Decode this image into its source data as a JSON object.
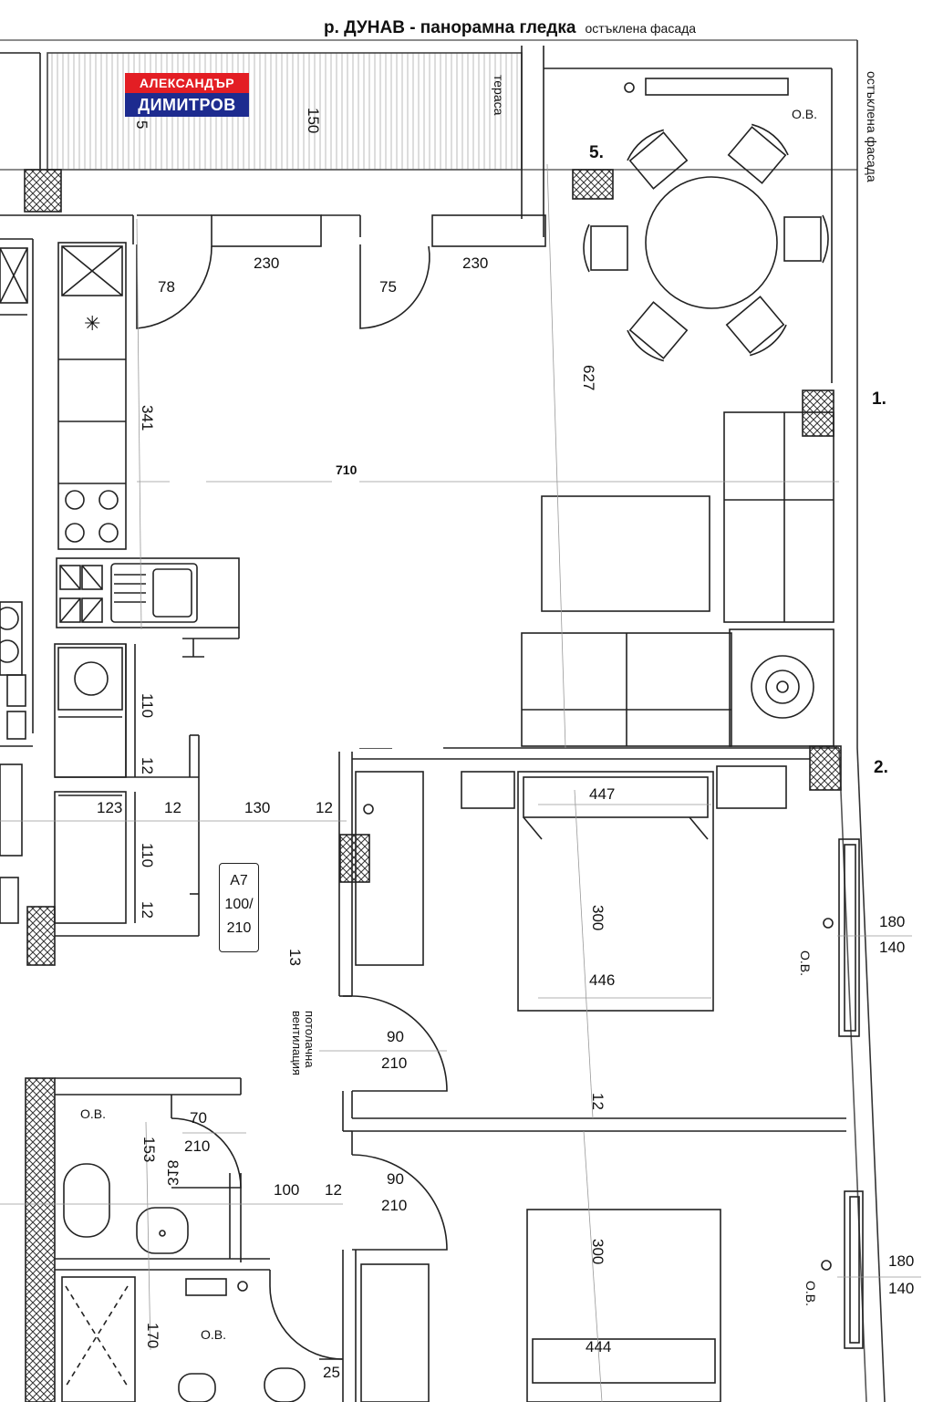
{
  "header": {
    "title": "р. ДУНАВ - панорамна гледка",
    "subtitle": "остъклена фасада"
  },
  "right_facade_label": "остъклена фасада",
  "logo": {
    "line1": "АЛЕКСАНДЪР",
    "line2": "ДИМИТРОВ"
  },
  "terrace": {
    "label": "тераса",
    "width": "150",
    "partial": "5"
  },
  "markers": {
    "m5": "5.",
    "m1": "1.",
    "m2": "2."
  },
  "ov_label": "О.В.",
  "fridge_symbol": "✳",
  "ceiling_vent": "потолачна вентилация",
  "apartment": {
    "code": "А7",
    "door_w": "100/",
    "door_h": "210"
  },
  "dimensions": {
    "window_left": "230",
    "window_right": "230",
    "door_left": "78",
    "door_mid": "75",
    "living_length": "627",
    "kitchen_length": "341",
    "living_width": "710",
    "d110a": "110",
    "d12a": "12",
    "d123": "123",
    "d12b": "12",
    "d130": "130",
    "d12c": "12",
    "d110b": "110",
    "d12d": "12",
    "d13": "13",
    "bed1_top": "447",
    "bed1_len": "300",
    "bed1_bottom": "446",
    "win1_w": "180",
    "win1_h": "140",
    "door90a": "90",
    "door210a": "210",
    "wall12": "12",
    "door70": "70",
    "door210b": "210",
    "bath153": "153",
    "bath318": "318",
    "hall100": "100",
    "hall12": "12",
    "door90b": "90",
    "door210c": "210",
    "bed2_len": "300",
    "win2_w": "180",
    "win2_h": "140",
    "bath170": "170",
    "bed2_bottom": "444",
    "d25": "25"
  }
}
